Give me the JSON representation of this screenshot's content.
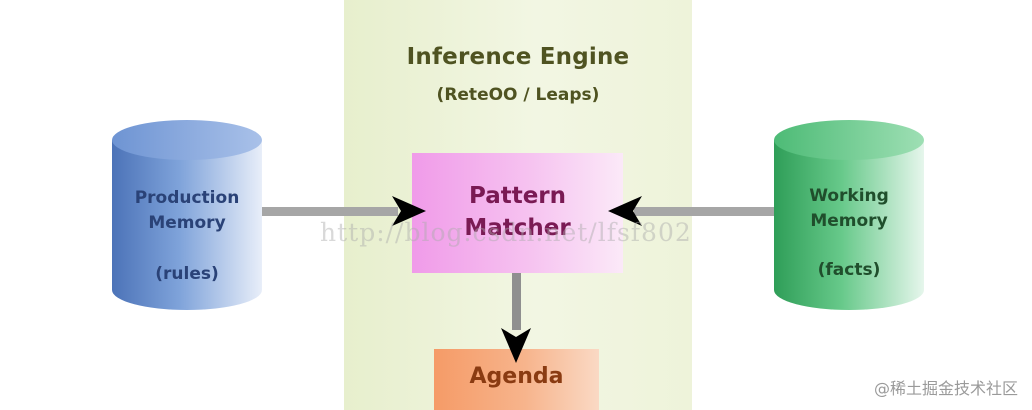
{
  "inference_engine": {
    "title": "Inference Engine",
    "subtitle": "(ReteOO / Leaps)",
    "panel_color": "#eef3da"
  },
  "production_memory": {
    "line1": "Production",
    "line2": "Memory",
    "note": "(rules)",
    "color": "#6f93cf"
  },
  "working_memory": {
    "line1": "Working",
    "line2": "Memory",
    "note": "(facts)",
    "color": "#3fb66d"
  },
  "pattern_matcher": {
    "line1": "Pattern",
    "line2": "Matcher",
    "color": "#f09be9"
  },
  "agenda": {
    "label": "Agenda",
    "color": "#f59b67"
  },
  "watermark": {
    "text": "http://blog.csdn.net/lfsf802"
  },
  "credit": {
    "text": "@稀土掘金技术社区"
  }
}
